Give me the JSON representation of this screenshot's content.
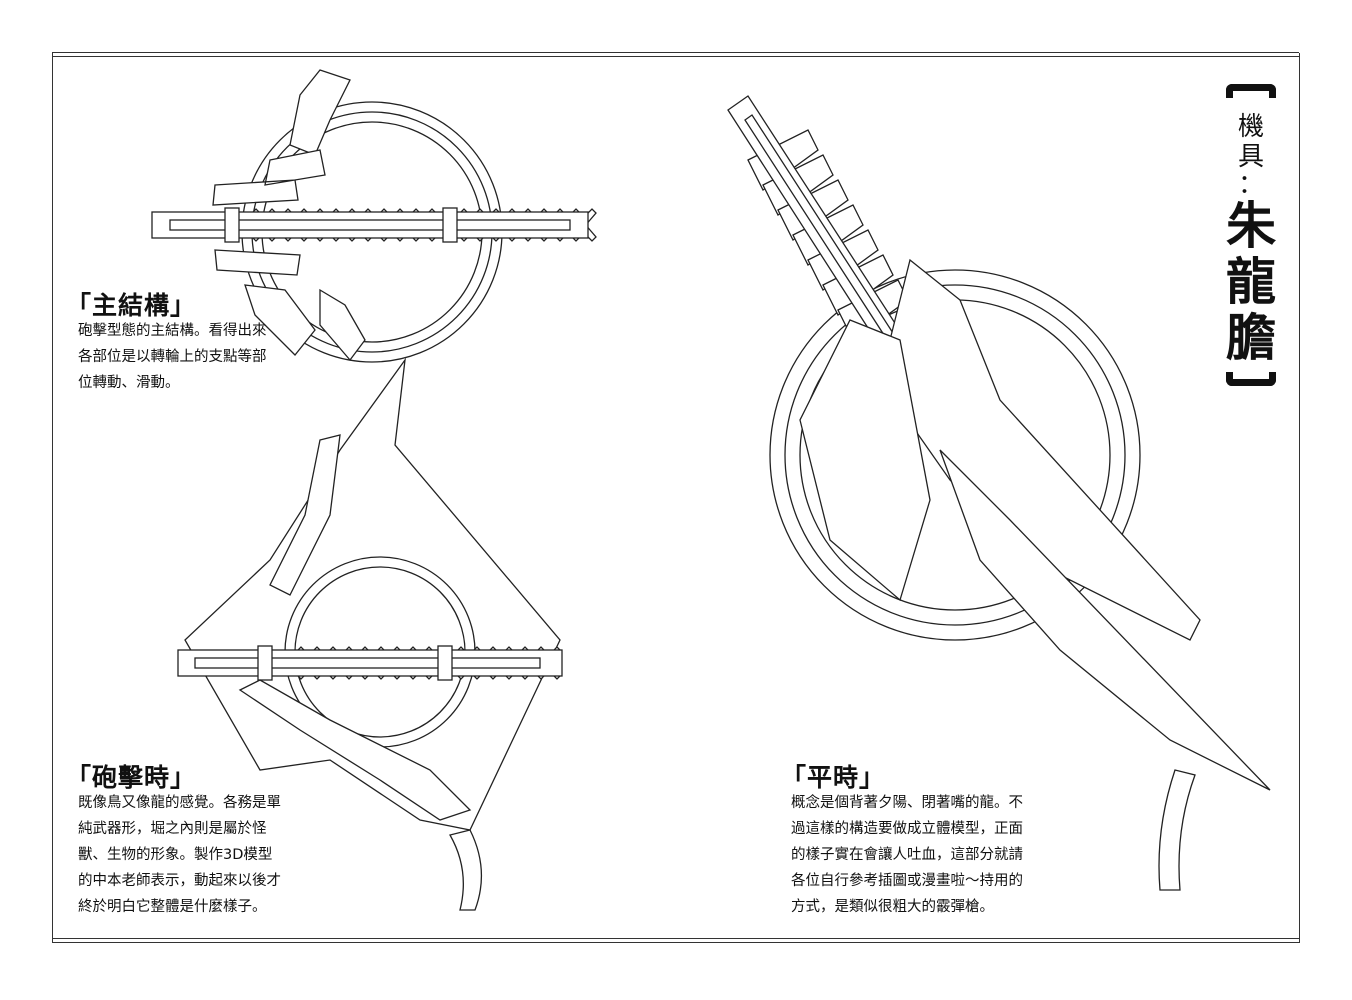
{
  "page_title": {
    "category": [
      "機",
      "具"
    ],
    "colon": "：",
    "name": [
      "朱",
      "龍",
      "膽"
    ]
  },
  "sections": [
    {
      "title": "「主結構」",
      "lines": [
        "砲擊型態的主結構。看得出來",
        "各部位是以轉輪上的支點等部",
        "位轉動、滑動。"
      ]
    },
    {
      "title": "「砲擊時」",
      "lines": [
        "既像鳥又像龍的感覺。各務是單",
        "純武器形，堀之內則是屬於怪",
        "獸、生物的形象。製作3D模型",
        "的中本老師表示，動起來以後才",
        "終於明白它整體是什麼樣子。"
      ]
    },
    {
      "title": "「平時」",
      "lines": [
        "概念是個背著夕陽、閉著嘴的龍。不",
        "過這樣的構造要做成立體模型，正面",
        "的樣子實在會讓人吐血，這部分就請",
        "各位自行參考插圖或漫畫啦～持用的",
        "方式，是類似很粗大的霰彈槍。"
      ]
    }
  ]
}
